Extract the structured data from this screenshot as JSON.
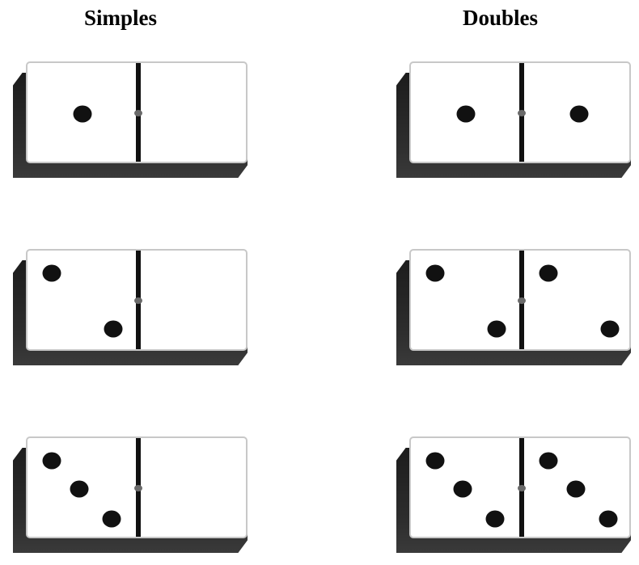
{
  "headings": {
    "left": "Simples",
    "right": "Doubles"
  },
  "dominoes": [
    {
      "id": "simple-1",
      "column": "left",
      "row": 1,
      "left_pips": 1,
      "right_pips": 0
    },
    {
      "id": "simple-2",
      "column": "left",
      "row": 2,
      "left_pips": 2,
      "right_pips": 0
    },
    {
      "id": "simple-3",
      "column": "left",
      "row": 3,
      "left_pips": 3,
      "right_pips": 0
    },
    {
      "id": "double-1",
      "column": "right",
      "row": 1,
      "left_pips": 1,
      "right_pips": 1
    },
    {
      "id": "double-2",
      "column": "right",
      "row": 2,
      "left_pips": 2,
      "right_pips": 2
    },
    {
      "id": "double-3",
      "column": "right",
      "row": 3,
      "left_pips": 3,
      "right_pips": 3
    }
  ],
  "colors": {
    "pip": "#111111",
    "face": "#ffffff",
    "shadow": "#2a2a2a",
    "divider": "#111111"
  }
}
